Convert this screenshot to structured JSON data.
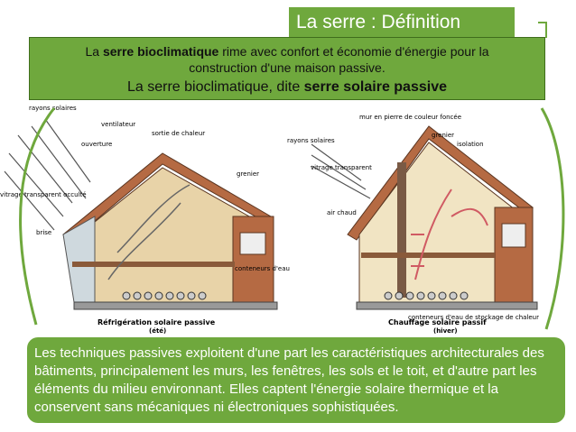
{
  "slide": {
    "title": "La serre : Définition",
    "intro": {
      "line1_pre": "La ",
      "line1_bold": "serre bioclimatique",
      "line1_post": " rime avec confort et économie d'énergie pour la",
      "line2": "construction d'une maison passive.",
      "line3_pre": "La serre bioclimatique, dite ",
      "line3_bold": "serre solaire passive"
    },
    "caption": "Les techniques passives exploitent d'une part les caractéristiques architecturales des bâtiments, principalement les murs, les fenêtres, les sols et le toit, et d'autre part les éléments du milieu environnant. Elles captent l'énergie solaire thermique et la conservent sans mécaniques ni électroniques sophistiquées."
  },
  "diagram": {
    "left": {
      "labels": {
        "rays": "rayons solaires",
        "fan": "ventilateur",
        "opening": "ouverture",
        "heat_out": "sortie de chaleur",
        "attic": "grenier",
        "glazing": "vitrage transparent occulté",
        "brise": "brise",
        "water": "conteneurs d'eau"
      },
      "caption_main": "Réfrigération solaire passive",
      "caption_sub": "(été)"
    },
    "right": {
      "labels": {
        "wall": "mur en pierre de couleur foncée",
        "rays": "rayons solaires",
        "attic": "grenier",
        "insulation": "isolation",
        "glazing": "vitrage transparent",
        "hot_air": "air chaud",
        "storage": "conteneurs d'eau de stockage de chaleur"
      },
      "caption_main": "Chauffage solaire passif",
      "caption_sub": "(hiver)"
    }
  },
  "colors": {
    "accent": "#6fa83d",
    "roof": "#b56a43",
    "wall": "#e8d3a8",
    "arrow": "#d05a63"
  }
}
